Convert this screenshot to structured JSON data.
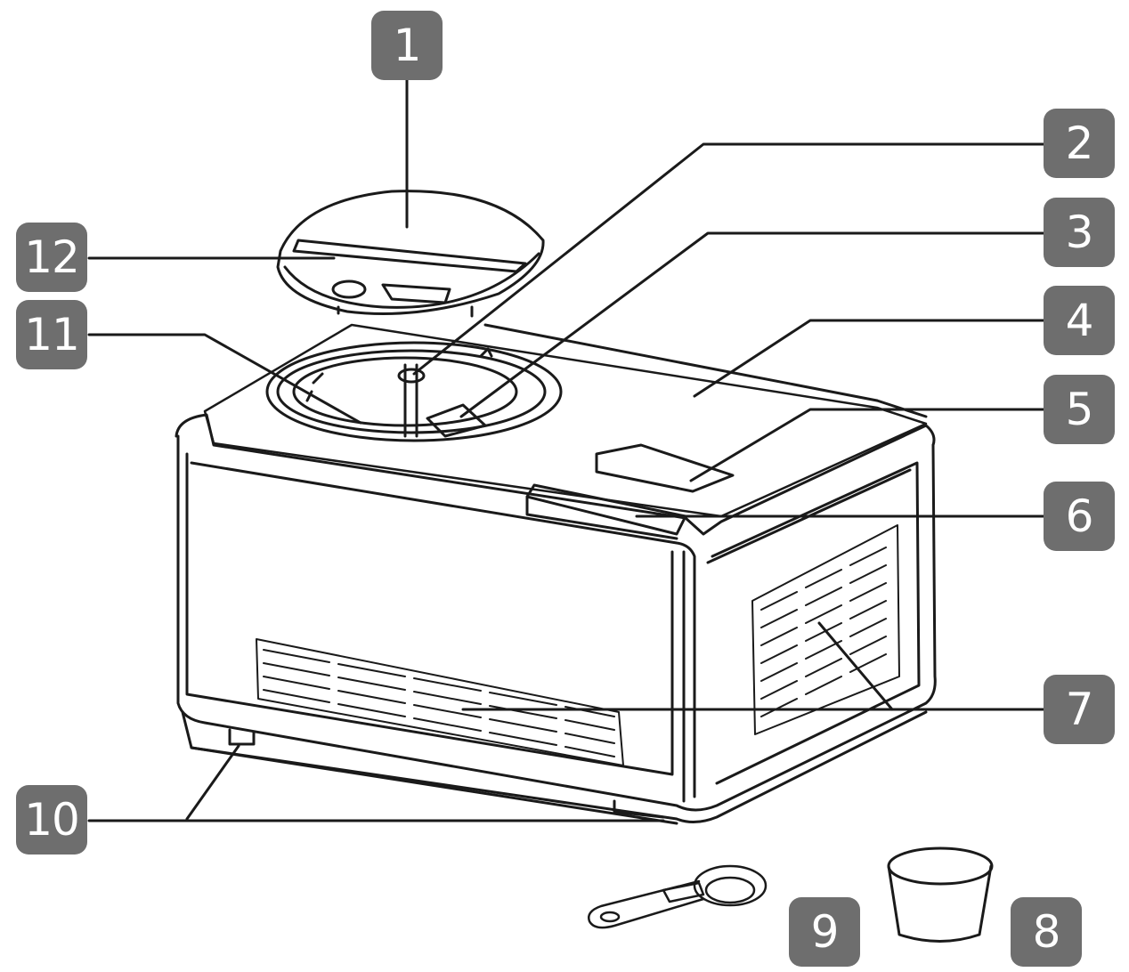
{
  "callouts": [
    {
      "id": "1",
      "label": "1"
    },
    {
      "id": "2",
      "label": "2"
    },
    {
      "id": "3",
      "label": "3"
    },
    {
      "id": "4",
      "label": "4"
    },
    {
      "id": "5",
      "label": "5"
    },
    {
      "id": "6",
      "label": "6"
    },
    {
      "id": "7",
      "label": "7"
    },
    {
      "id": "8",
      "label": "8"
    },
    {
      "id": "9",
      "label": "9"
    },
    {
      "id": "10",
      "label": "10"
    },
    {
      "id": "11",
      "label": "11"
    },
    {
      "id": "12",
      "label": "12"
    }
  ],
  "colors": {
    "badge": "#6e6e6e",
    "badge_text": "#ffffff",
    "line": "#1a1a1a"
  }
}
